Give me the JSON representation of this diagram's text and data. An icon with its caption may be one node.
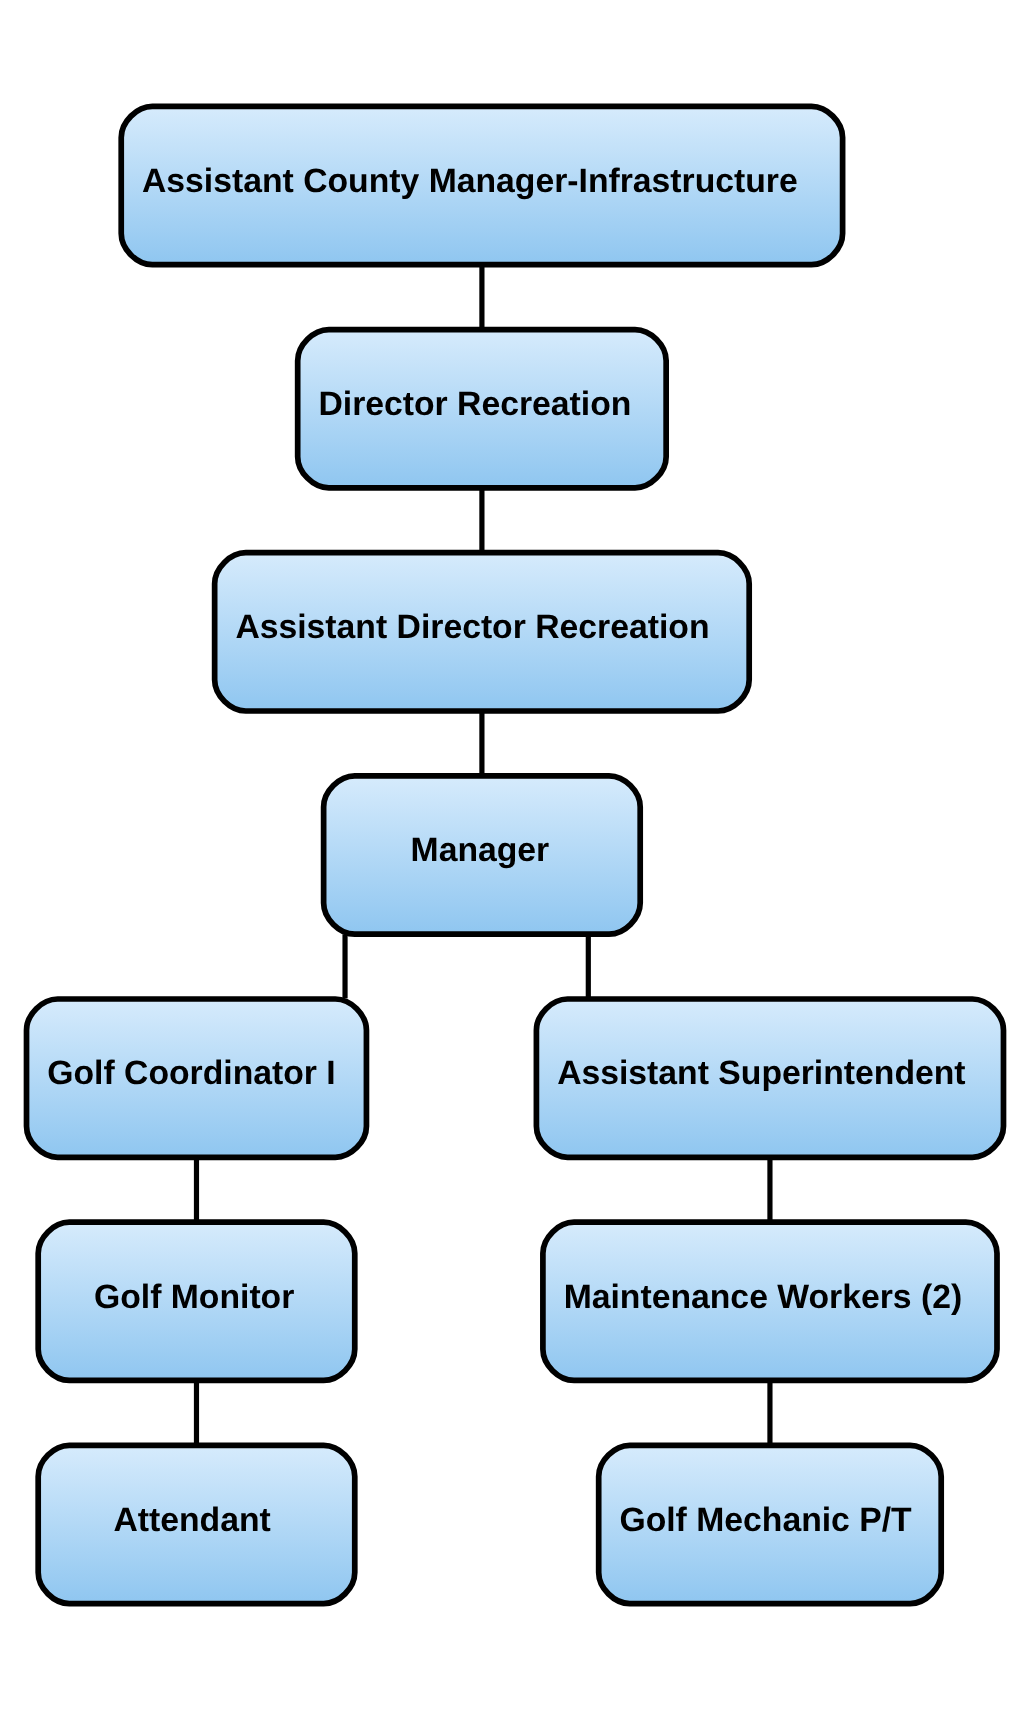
{
  "diagram": {
    "nodes": [
      {
        "text": [
          "Assistant County Manager-Infrastructure"
        ]
      },
      {
        "text": [
          "Director Recreation"
        ]
      },
      {
        "text": [
          "Assistant Director Recreation"
        ]
      },
      {
        "text": [
          "Manager"
        ]
      },
      {
        "text": [
          "Golf Coordinator I"
        ]
      },
      {
        "text": [
          "Assistant Superintendent"
        ]
      },
      {
        "text": [
          "Golf Monitor"
        ]
      },
      {
        "text": [
          "Maintenance Workers (2)"
        ]
      },
      {
        "text": [
          "Attendant"
        ]
      },
      {
        "text": [
          "Golf Mechanic P/T"
        ]
      }
    ],
    "edges": [
      {
        "from": 0,
        "to": 1,
        "arrow": "none"
      },
      {
        "from": 1,
        "to": 2,
        "arrow": "none"
      },
      {
        "from": 2,
        "to": 3,
        "arrow": "none"
      },
      {
        "from": 3,
        "to": 4,
        "arrow": "none"
      },
      {
        "from": 3,
        "to": 5,
        "arrow": "none"
      },
      {
        "from": 4,
        "to": 6,
        "arrow": "none"
      },
      {
        "from": 5,
        "to": 7,
        "arrow": "none"
      },
      {
        "from": 6,
        "to": 8,
        "arrow": "none"
      },
      {
        "from": 7,
        "to": 9,
        "arrow": "none"
      }
    ]
  }
}
